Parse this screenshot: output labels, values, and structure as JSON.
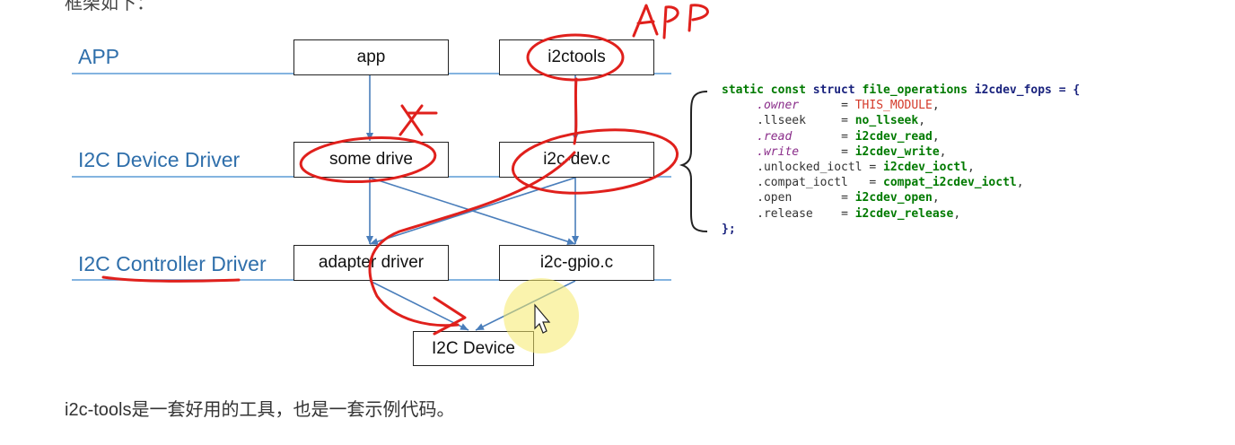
{
  "top_text": "框架如下：",
  "layers": {
    "app": "APP",
    "device_driver": "I2C Device Driver",
    "controller_driver": "I2C Controller Driver"
  },
  "boxes": {
    "app": "app",
    "i2ctools": "i2ctools",
    "some_drive": "some drive",
    "i2c_dev": "i2c-dev.c",
    "adapter_driver": "adapter driver",
    "i2c_gpio": "i2c-gpio.c",
    "i2c_device": "I2C Device"
  },
  "code": {
    "line1_kw": "static const",
    "line1_struct": "struct",
    "line1_type": "file_operations",
    "line1_name": "i2cdev_fops",
    "line1_end": "= {",
    "fields": [
      {
        "name": ".owner",
        "pad": "      = ",
        "value": "THIS_MODULE",
        "end": ","
      },
      {
        "name": ".llseek",
        "pad": "     = ",
        "value": "no_llseek",
        "end": ","
      },
      {
        "name": ".read",
        "pad": "       = ",
        "value": "i2cdev_read",
        "end": ","
      },
      {
        "name": ".write",
        "pad": "      = ",
        "value": "i2cdev_write",
        "end": ","
      },
      {
        "name": ".unlocked_ioctl",
        "pad": " = ",
        "value": "i2cdev_ioctl",
        "end": ","
      },
      {
        "name": ".compat_ioctl",
        "pad": "   = ",
        "value": "compat_i2cdev_ioctl",
        "end": ","
      },
      {
        "name": ".open",
        "pad": "       = ",
        "value": "i2cdev_open",
        "end": ","
      },
      {
        "name": ".release",
        "pad": "    = ",
        "value": "i2cdev_release",
        "end": ","
      }
    ],
    "closing": "};"
  },
  "annotations": {
    "handwritten_app": "APP"
  },
  "caption": "i2c-tools是一套好用的工具，也是一套示例代码。",
  "colors": {
    "layer_text": "#2f6fab",
    "layer_line": "#5b9bd5",
    "arrow": "#4a7ebb",
    "pen": "#e0201c",
    "cursor_highlight": "#f5e96a"
  }
}
